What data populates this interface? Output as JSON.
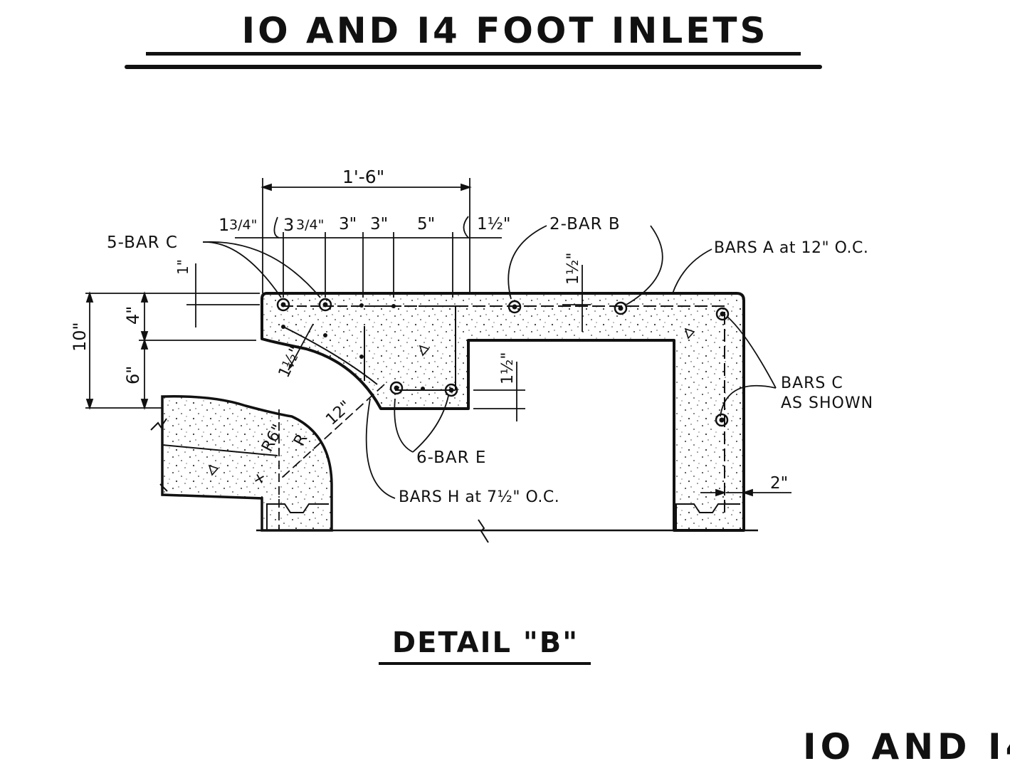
{
  "page_title": "IO AND I4 FOOT INLETS",
  "detail_title": "DETAIL \"B\"",
  "footer_title": "IO AND I4",
  "dimensions": {
    "overall_width": "1'-6\"",
    "d1": "1",
    "d1_frac": "3/4\"",
    "d2": "3",
    "d2_frac": "3/4\"",
    "d3": "3\"",
    "d4": "3\"",
    "d5": "5\"",
    "d6": "1½\"",
    "height_total": "10\"",
    "height_top": "4\"",
    "height_bottom": "6\"",
    "one_inch": "1\"",
    "slope_cover": "1½\"",
    "slope_len": "12\"",
    "vert_cover_top": "1½\"",
    "vert_cover_mid": "1½\"",
    "radius": "R6\"",
    "radius_r": "R",
    "side_cover": "2\""
  },
  "callouts": {
    "bar_c_top": "5-BAR C",
    "bar_b": "2-BAR B",
    "bars_a": "BARS A at 12\" O.C.",
    "bars_c_shown_1": "BARS C",
    "bars_c_shown_2": "AS SHOWN",
    "bar_e": "6-BAR E",
    "bars_h": "BARS H at 7½\" O.C."
  }
}
